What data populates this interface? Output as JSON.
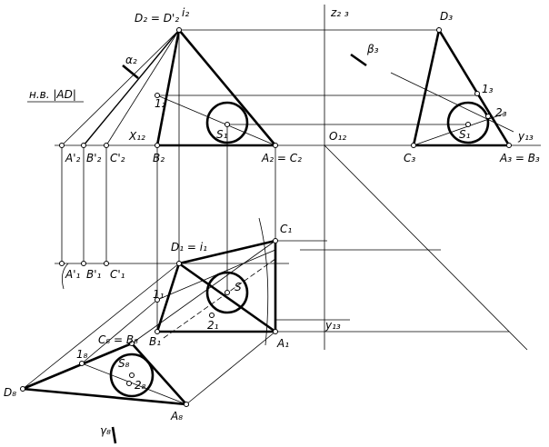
{
  "labels": {
    "d2": "D₂ = D'₂",
    "i2": "i₂",
    "z23": "z₂ ₃",
    "d3": "D₃",
    "alpha2": "α₂",
    "beta3": "β₃",
    "nv": "н.в. |AD|",
    "n1_2": "1₂",
    "s1_2": "S₁",
    "n1_3": "1₃",
    "n2_3": "2₃",
    "s1_3": "S₁",
    "x12": "X₁₂",
    "o12": "O₁₂",
    "y13": "y₁₃",
    "a2p": "A'₂",
    "b2p": "B'₂",
    "c2p": "C'₂",
    "b2": "B₂",
    "a2c2": "A₂ = C₂",
    "c3": "C₃",
    "a3b3": "A₃ = B₃",
    "c1": "C₁",
    "d1i1": "D₁ = i₁",
    "a1p": "A'₁",
    "b1p": "B'₁",
    "c1p": "C'₁",
    "n1_1": "1₁",
    "s1": "S",
    "n2_1": "2₁",
    "y13b": "y₁₃",
    "c8b8": "C₈ = B₈",
    "b1": "B₁",
    "a1": "A₁",
    "n1_8": "1₈",
    "s8": "S₈",
    "n2_8": "2₈",
    "d8": "D₈",
    "a8": "A₈",
    "gamma8": "γ₈"
  }
}
